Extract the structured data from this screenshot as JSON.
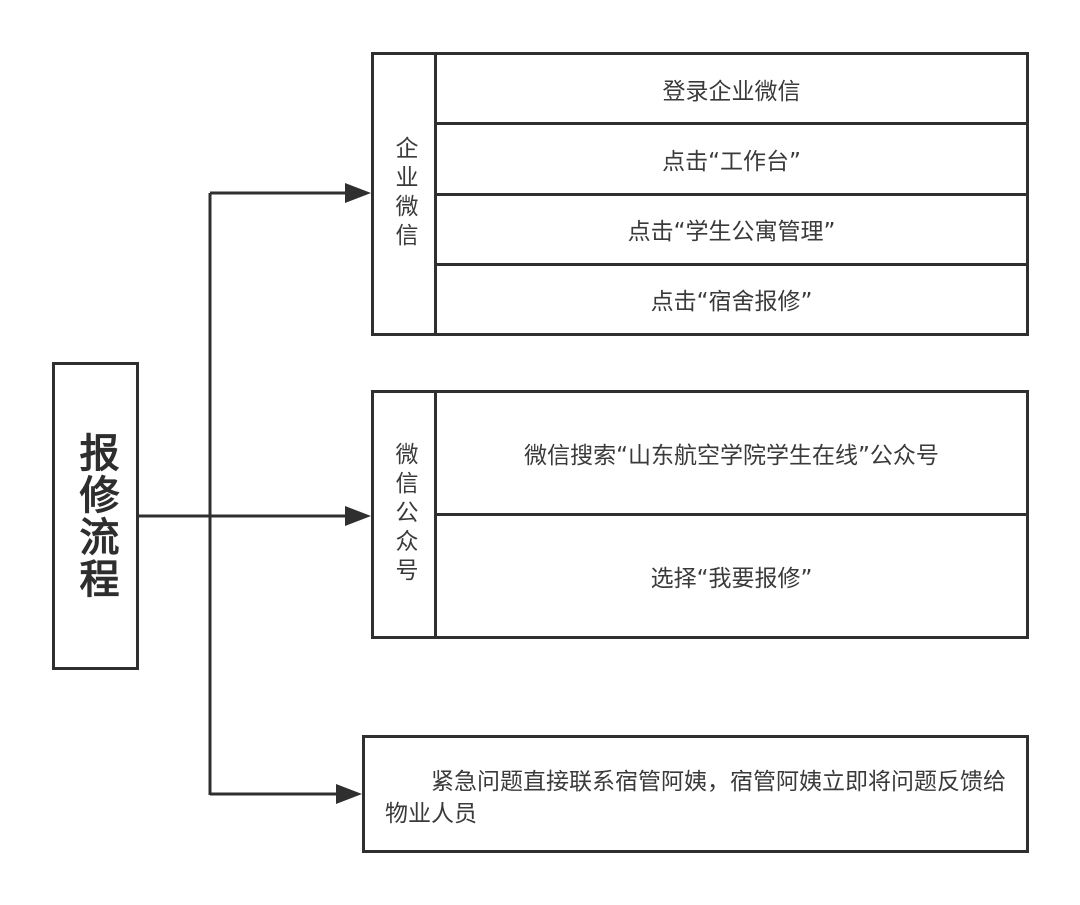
{
  "root": {
    "label": "报修流程"
  },
  "groups": [
    {
      "label": "企业微信",
      "steps": [
        "登录企业微信",
        "点击“工作台”",
        "点击“学生公寓管理”",
        "点击“宿舍报修”"
      ]
    },
    {
      "label": "微信公众号",
      "steps": [
        "微信搜索“山东航空学院学生在线”公众号",
        "选择“我要报修”"
      ]
    },
    {
      "text": "紧急问题直接联系宿管阿姨，宿管阿姨立即将问题反馈给物业人员"
    }
  ],
  "colors": {
    "stroke": "#2f2f2f",
    "text": "#3a3a3a",
    "background": "#ffffff"
  }
}
